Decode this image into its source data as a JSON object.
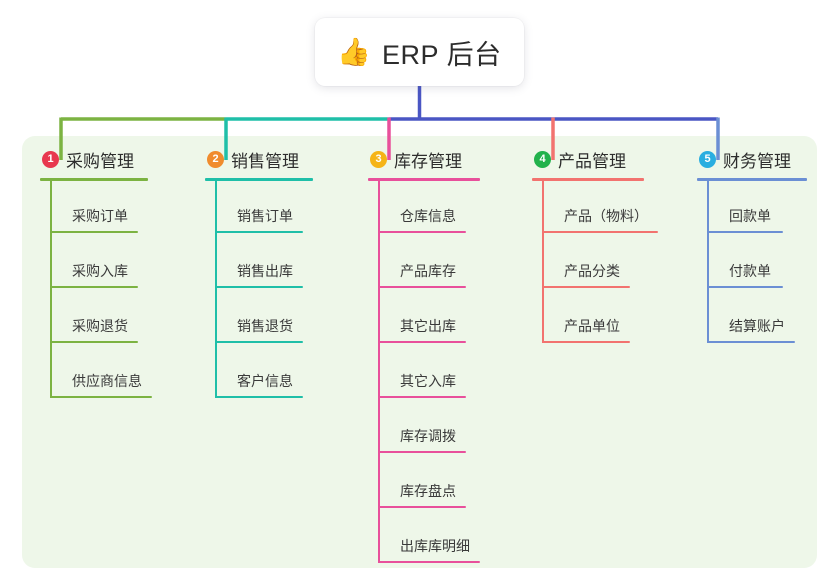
{
  "diagram": {
    "title": "ERP 后台 mind map",
    "root": {
      "icon": "thumbs-up-icon",
      "emoji": "👍",
      "label": "ERP 后台"
    },
    "panel_color": "#eef7e9",
    "trunk_color": "#4a56c4",
    "branches": [
      {
        "index": "1",
        "badge_text": "1",
        "badge_color": "#e8384f",
        "line_color": "#7cb342",
        "label": "采购管理",
        "items": [
          {
            "label": "采购订单",
            "rule_width": 88
          },
          {
            "label": "采购入库",
            "rule_width": 88
          },
          {
            "label": "采购退货",
            "rule_width": 88
          },
          {
            "label": "供应商信息",
            "rule_width": 102
          }
        ]
      },
      {
        "index": "2",
        "badge_text": "2",
        "badge_color": "#f08c2e",
        "line_color": "#1fbfa8",
        "label": "销售管理",
        "items": [
          {
            "label": "销售订单",
            "rule_width": 88
          },
          {
            "label": "销售出库",
            "rule_width": 88
          },
          {
            "label": "销售退货",
            "rule_width": 88
          },
          {
            "label": "客户信息",
            "rule_width": 88
          }
        ]
      },
      {
        "index": "3",
        "badge_text": "3",
        "badge_color": "#f5b416",
        "line_color": "#e8509b",
        "label": "库存管理",
        "items": [
          {
            "label": "仓库信息",
            "rule_width": 88
          },
          {
            "label": "产品库存",
            "rule_width": 88
          },
          {
            "label": "其它出库",
            "rule_width": 88
          },
          {
            "label": "其它入库",
            "rule_width": 88
          },
          {
            "label": "库存调拨",
            "rule_width": 88
          },
          {
            "label": "库存盘点",
            "rule_width": 88
          },
          {
            "label": "出库库明细",
            "rule_width": 102
          }
        ]
      },
      {
        "index": "4",
        "badge_text": "4",
        "badge_color": "#22b24c",
        "line_color": "#f2736f",
        "label": "产品管理",
        "items": [
          {
            "label": "产品（物料）",
            "rule_width": 116
          },
          {
            "label": "产品分类",
            "rule_width": 88
          },
          {
            "label": "产品单位",
            "rule_width": 88
          }
        ]
      },
      {
        "index": "5",
        "badge_text": "5",
        "badge_color": "#2aaee0",
        "line_color": "#6b8fd4",
        "label": "财务管理",
        "items": [
          {
            "label": "回款单",
            "rule_width": 76
          },
          {
            "label": "付款单",
            "rule_width": 76
          },
          {
            "label": "结算账户",
            "rule_width": 88
          }
        ]
      }
    ]
  }
}
